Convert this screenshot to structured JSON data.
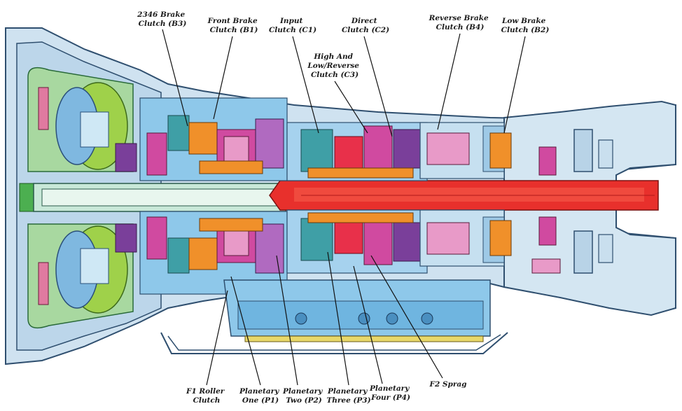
{
  "labels": {
    "brake_2346": [
      "2346 Brake",
      "Clutch (B3)"
    ],
    "front_brake": [
      "Front Brake",
      "Clutch (B1)"
    ],
    "input_clutch": [
      "Input",
      "Clutch (C1)"
    ],
    "direct_clutch": [
      "Direct",
      "Clutch (C2)"
    ],
    "high_low_reverse": [
      "High And",
      "Low/Reverse",
      "Clutch (C3)"
    ],
    "reverse_brake": [
      "Reverse Brake",
      "Clutch (B4)"
    ],
    "low_brake": [
      "Low Brake",
      "Clutch (B2)"
    ],
    "f1_roller": [
      "F1 Roller",
      "Clutch"
    ],
    "planetary_one": [
      "Planetary",
      "One (P1)"
    ],
    "planetary_two": [
      "Planetary",
      "Two (P2)"
    ],
    "planetary_three": [
      "Planetary",
      "Three (P3)"
    ],
    "planetary_four": [
      "Planetary",
      "Four (P4)"
    ],
    "f2_sprag": [
      "F2 Sprag"
    ]
  },
  "colors": {
    "housing": "#bfd8ea",
    "housing_outline": "#3a5f7f",
    "shaft": "#e8302c",
    "torque_converter_green": "#9fd14a",
    "torque_converter_blue": "#7fb8e0",
    "magenta": "#d04aa0",
    "orange": "#f0902a",
    "teal": "#3f9fa6",
    "purple": "#7a3f9a",
    "valve_body": "#8ec8ea"
  }
}
